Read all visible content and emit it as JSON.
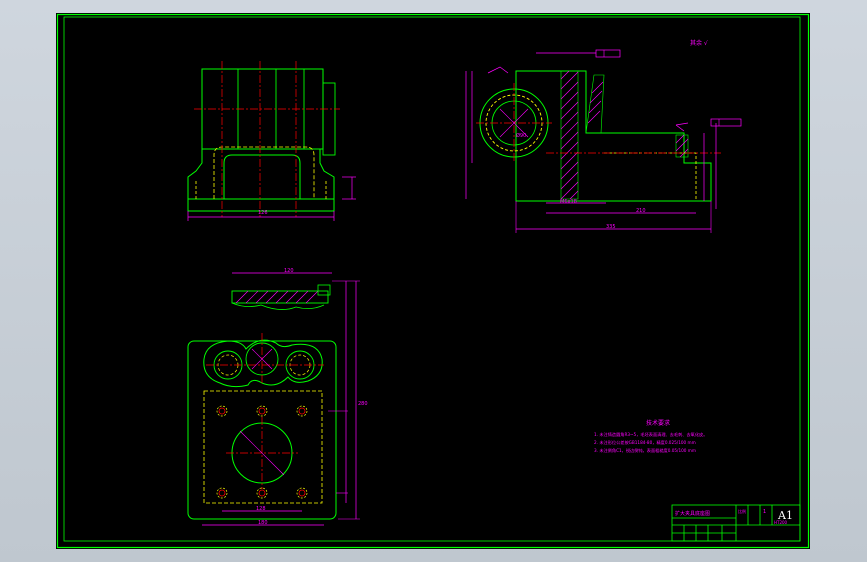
{
  "drawing": {
    "roughness_note": "其余 √",
    "tech_req": {
      "title": "技术要求",
      "items": [
        "1. 未注铸造圆角R3~5，毛坯表面清理、去毛刺、去氧化皮。",
        "2. 未注形位公差按GB1184-80，精度0.025/100 mm",
        "3. 未注倒角C1，锐边倒钝，表面粗糙度0.05/100 mm"
      ]
    },
    "title_block": {
      "part_name": "扩大夹具底座图",
      "sheet_size": "A1",
      "scale_text": "比例",
      "material": "HT200",
      "count": "1"
    },
    "dims": {
      "left_width": "126",
      "side_bottom_1": "M6x18",
      "side_bottom_2": "210",
      "side_bottom_3": "335",
      "plan_top": "120",
      "plan_bottom_1": "128",
      "plan_bottom_2": "180",
      "plan_side": "280",
      "bore": "Ø90"
    },
    "colors": {
      "frame": "#00ff00",
      "center": "#ff0000",
      "dim": "#ff00ff",
      "hidden": "#ffff00",
      "hatch": "#ff00ff",
      "text": "#ff00ff",
      "bg": "#000000"
    }
  }
}
